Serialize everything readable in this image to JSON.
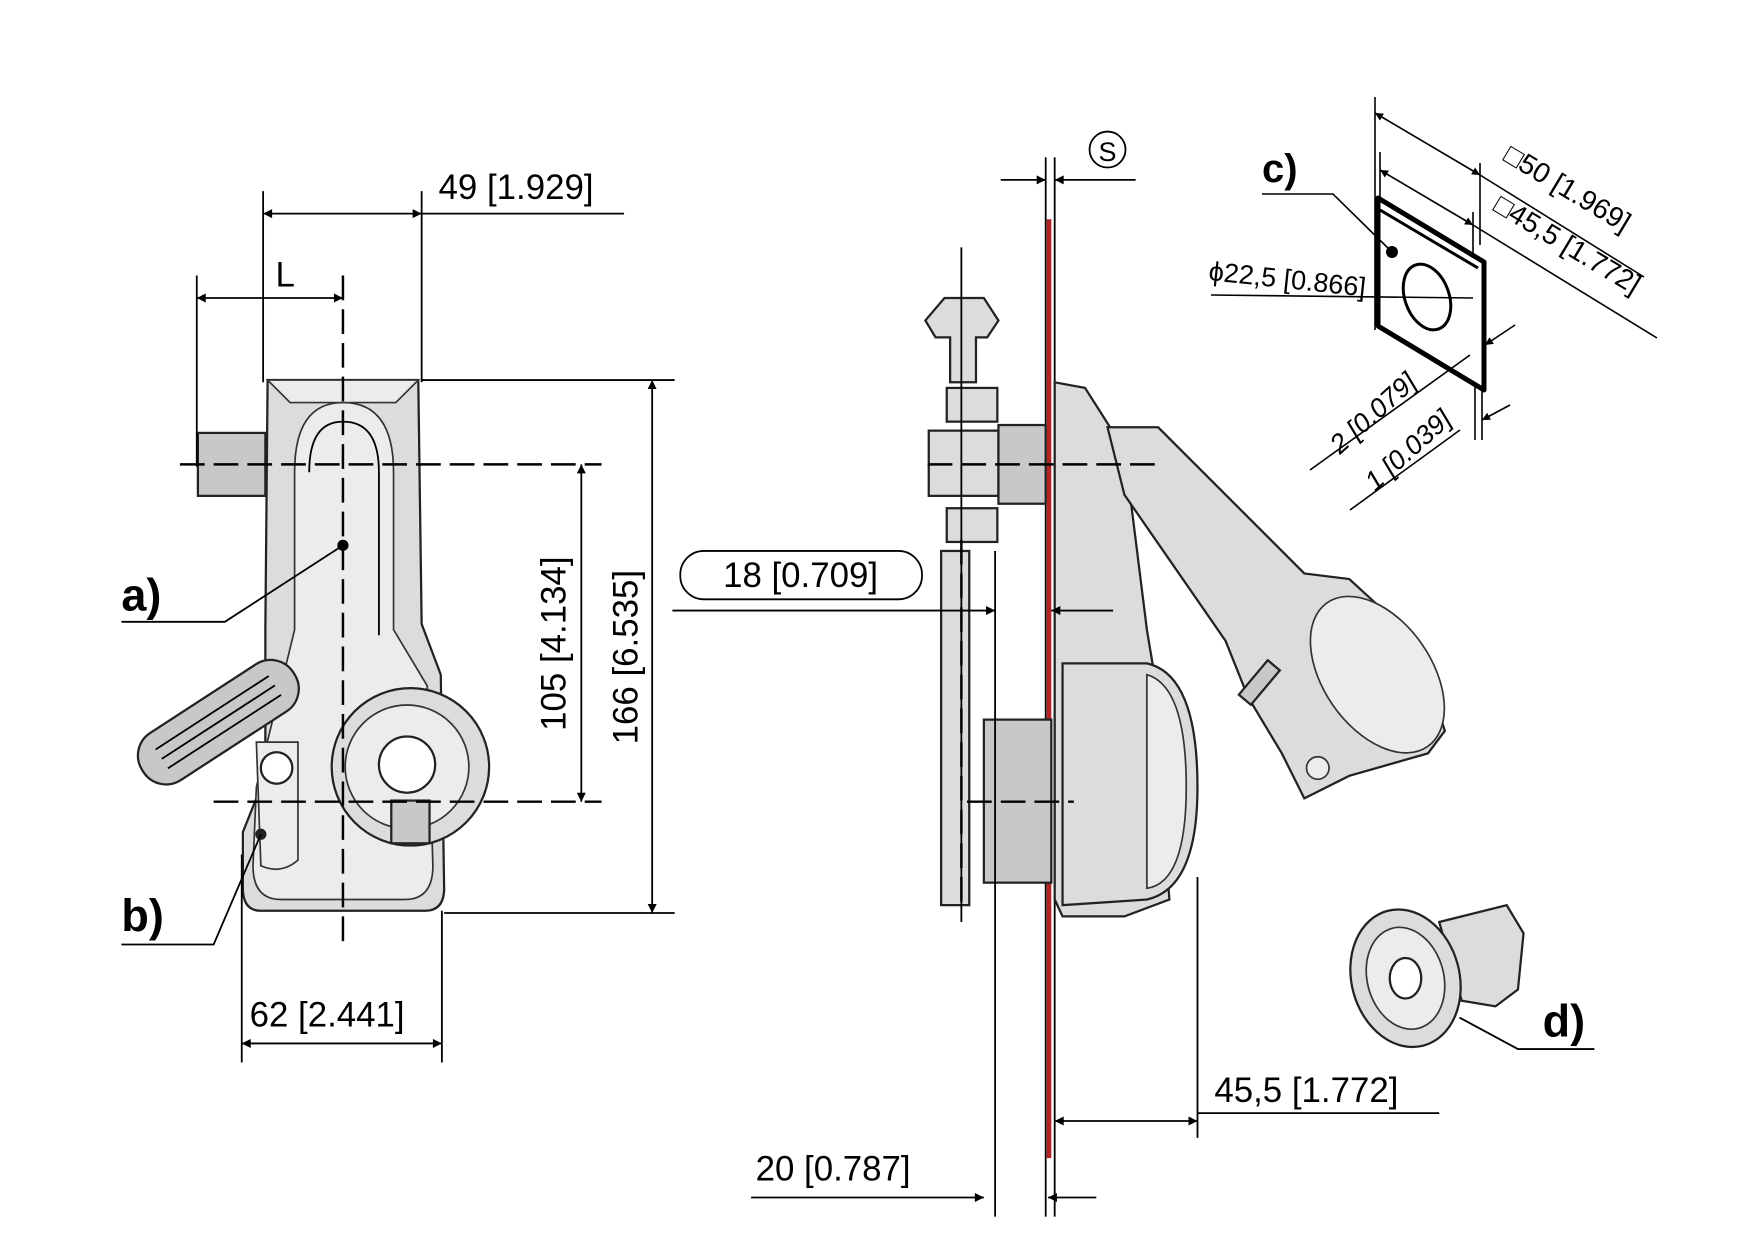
{
  "drawing": {
    "callouts": {
      "a": "a)",
      "b": "b)",
      "c": "c)",
      "d": "d)"
    },
    "front_view": {
      "dim_width_top": "49 [1.929]",
      "dim_L": "L",
      "dim_handle_spacing": "105 [4.134]",
      "dim_height": "166 [6.535]",
      "dim_width_bottom": "62 [2.441]"
    },
    "side_view": {
      "surface_symbol": "S",
      "dim_depth_front": "18 [0.709]",
      "dim_depth_back": "45,5 [1.772]",
      "dim_depth_left": "20 [0.787]"
    },
    "cutout_detail": {
      "dim_outer_square": "□50 [1.969]",
      "dim_inner_square": "□45,5 [1.772]",
      "dim_hole_diameter": "ϕ22,5 [0.866]",
      "dim_gasket": "2 [0.079]",
      "dim_thickness": "1 [0.039]"
    },
    "colors": {
      "line": "#000000",
      "part_fill": "#dcdcdc",
      "panel": "#b22222"
    }
  }
}
